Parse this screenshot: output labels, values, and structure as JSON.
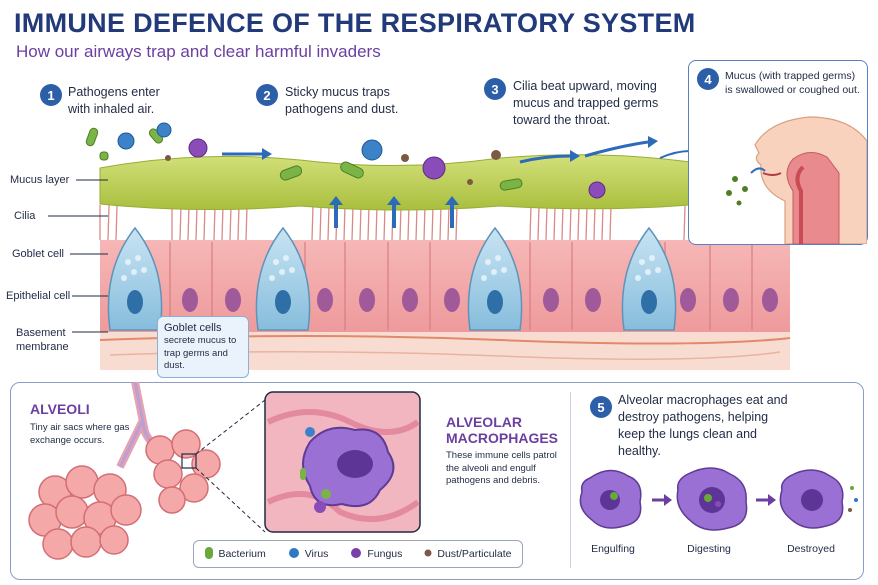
{
  "title": "IMMUNE DEFENCE OF THE RESPIRATORY SYSTEM",
  "subtitle": "How our airways trap and clear harmful invaders",
  "steps": [
    {
      "num": "1",
      "text": "Pathogens enter with inhaled air."
    },
    {
      "num": "2",
      "text": "Sticky mucus traps pathogens and dust."
    },
    {
      "num": "3",
      "text": "Cilia beat upward, moving mucus and trapped germs toward the throat."
    },
    {
      "num": "4",
      "text": "Mucus (with trapped germs) is swallowed or coughed out."
    },
    {
      "num": "5",
      "text": "Alveolar macrophages eat and destroy pathogens, helping keep the lungs clean and healthy."
    }
  ],
  "layer_labels": [
    "Mucus layer",
    "Cilia",
    "Goblet cell",
    "Epithelial cell",
    "Basement membrane"
  ],
  "goblet_callout": {
    "heading": "Goblet cells",
    "text": "secrete mucus to trap germs and dust."
  },
  "alveoli": {
    "heading": "ALVEOLI",
    "text": "Tiny air sacs where gas exchange occurs."
  },
  "macrophages": {
    "heading": "ALVEOLAR MACROPHAGES",
    "text": "These immune cells patrol the alveoli and engulf pathogens and debris."
  },
  "stages": [
    "Engulfing",
    "Digesting",
    "Destroyed"
  ],
  "legend": [
    {
      "label": "Bacterium",
      "icon": "bacterium-icon",
      "color": "#6aa83a"
    },
    {
      "label": "Virus",
      "icon": "virus-icon",
      "color": "#2f78c4"
    },
    {
      "label": "Fungus",
      "icon": "fungus-icon",
      "color": "#7a3fa8"
    },
    {
      "label": "Dust/Particulate",
      "icon": "dust-icon",
      "color": "#7a5a45"
    }
  ],
  "colors": {
    "title": "#223a7a",
    "accent_purple": "#6b3fa0",
    "step_blue": "#2d5fa8",
    "mucus": "#b6cc4a",
    "epithelium": "#f2a3a6",
    "goblet": "#9ccbe6"
  }
}
